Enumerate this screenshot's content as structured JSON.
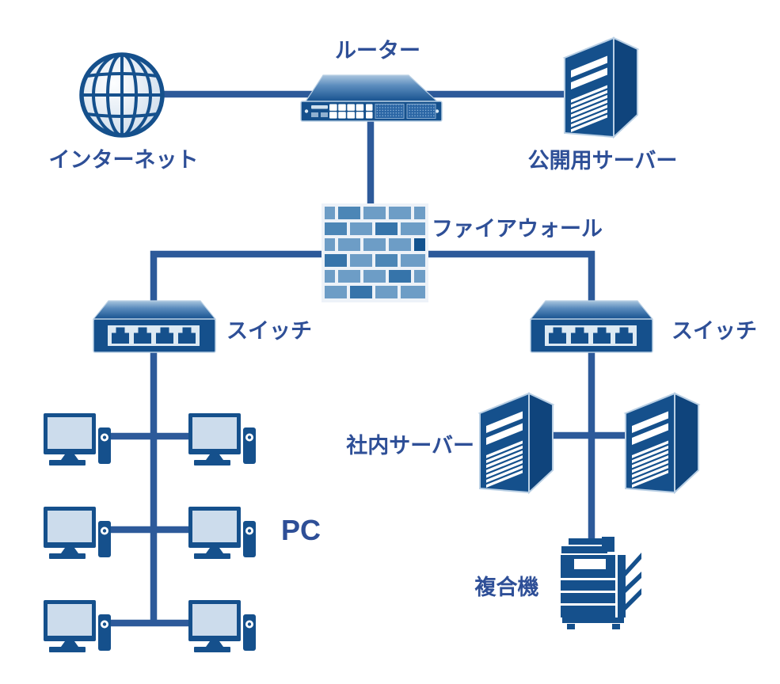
{
  "diagram": {
    "title": "",
    "type": "network-topology",
    "nodes": {
      "internet": {
        "label": "インターネット",
        "icon": "globe-icon"
      },
      "router": {
        "label": "ルーター",
        "icon": "router-icon"
      },
      "public_server": {
        "label": "公開用サーバー",
        "icon": "server-icon"
      },
      "firewall": {
        "label": "ファイアウォール",
        "icon": "firewall-icon"
      },
      "switch_left": {
        "label": "スイッチ",
        "icon": "switch-icon"
      },
      "switch_right": {
        "label": "スイッチ",
        "icon": "switch-icon"
      },
      "pc_group": {
        "label": "PC",
        "icon": "pc-icon",
        "count": 6
      },
      "internal_server": {
        "label": "社内サーバー",
        "icon": "server-icon",
        "count": 2
      },
      "mfp": {
        "label": "複合機",
        "icon": "printer-icon"
      }
    },
    "edges": [
      {
        "from": "internet",
        "to": "router"
      },
      {
        "from": "router",
        "to": "public_server"
      },
      {
        "from": "router",
        "to": "firewall"
      },
      {
        "from": "firewall",
        "to": "switch_left"
      },
      {
        "from": "firewall",
        "to": "switch_right"
      },
      {
        "from": "switch_left",
        "to": "pc_group"
      },
      {
        "from": "switch_right",
        "to": "internal_server"
      },
      {
        "from": "switch_right",
        "to": "mfp"
      }
    ],
    "colors": {
      "background": "#ffffff",
      "line": "#2d5a9a",
      "label_text": "#2e4f97",
      "device_navy": "#15508c",
      "device_side": "#0f447c",
      "device_top": "#1a5795",
      "edge_light": "#b9cfe4",
      "screen_light": "#ccdcec",
      "panel_light": "#dce9f3",
      "gradient_top": "#a9c5de",
      "gradient_bottom": "#17528f",
      "mortar": "#edf2f8",
      "brick_light": "#6d9dc6",
      "brick_medium": "#4c86b6",
      "brick_dark": "#3674aa",
      "brick_navy": "#11528f"
    }
  }
}
